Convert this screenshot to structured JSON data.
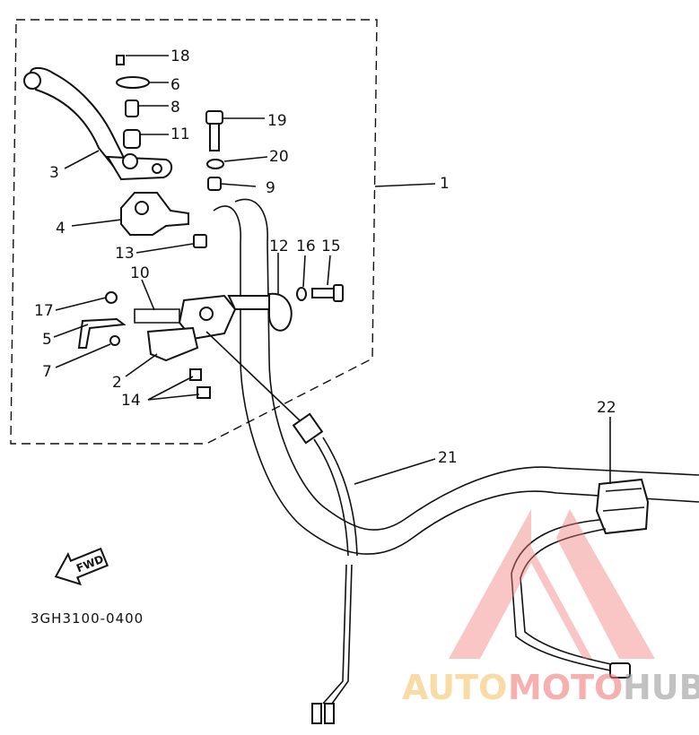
{
  "diagram": {
    "part_code": "3GH3100-0400",
    "direction_label": "FWD",
    "callouts": [
      "1",
      "2",
      "3",
      "4",
      "5",
      "6",
      "7",
      "8",
      "9",
      "10",
      "11",
      "12",
      "13",
      "14",
      "15",
      "16",
      "17",
      "18",
      "19",
      "20",
      "21",
      "22"
    ]
  },
  "watermark": {
    "text_a": "AUTO",
    "text_b": "MOTO",
    "text_c": "HUB",
    "colors": {
      "auto": "#f5c46a",
      "moto": "#f07b7b",
      "hub": "#9a9a9a"
    }
  }
}
